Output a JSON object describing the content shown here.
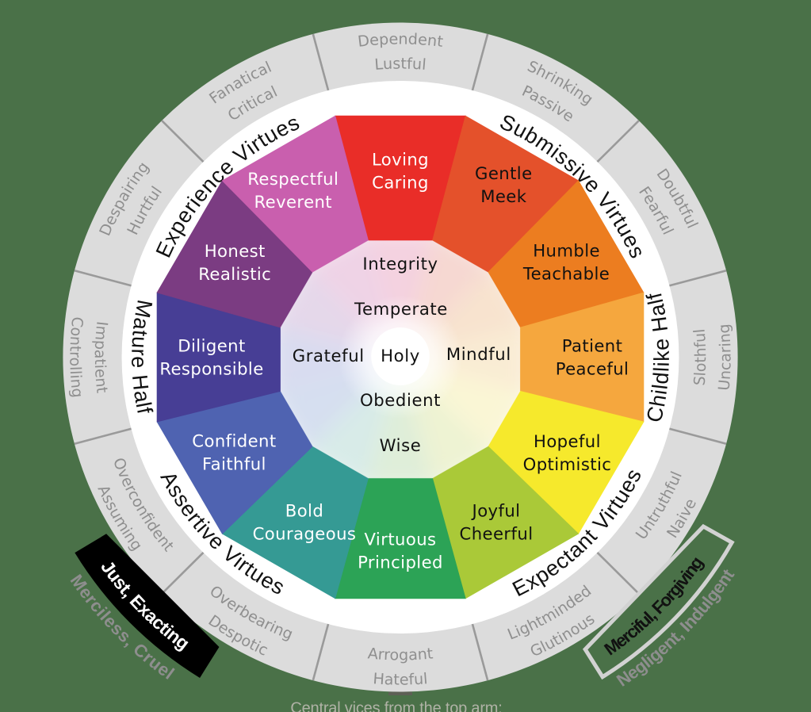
{
  "title": "Virtues Wheel",
  "colors": {
    "background": "#4a7148",
    "ring": "#dcdcdc",
    "ring_divider": "#9a9a9a",
    "vice_text": "#8f8f8f",
    "ring_label_text": "#111111",
    "inner_text": "#111111",
    "box_black": "#000000",
    "box_white_border": "#d2d2d2",
    "caption_text": "#b0b2a6"
  },
  "wheel": {
    "wedges": [
      {
        "line1": "Loving",
        "line2": "Caring",
        "color": "#e92d28",
        "text_color": "#ffffff",
        "pastel_tint": "#f4d2e0"
      },
      {
        "line1": "Gentle",
        "line2": "Meek",
        "color": "#e4512b",
        "text_color": "#111111",
        "pastel_tint": "#f6d8d2"
      },
      {
        "line1": "Humble",
        "line2": "Teachable",
        "color": "#ec7d20",
        "text_color": "#111111",
        "pastel_tint": "#f8e3cf"
      },
      {
        "line1": "Patient",
        "line2": "Peaceful",
        "color": "#f5a73e",
        "text_color": "#111111",
        "pastel_tint": "#f9ecd4"
      },
      {
        "line1": "Hopeful",
        "line2": "Optimistic",
        "color": "#f6e92c",
        "text_color": "#111111",
        "pastel_tint": "#faf6d5"
      },
      {
        "line1": "Joyful",
        "line2": "Cheerful",
        "color": "#aac938",
        "text_color": "#111111",
        "pastel_tint": "#eef3d3"
      },
      {
        "line1": "Virtuous",
        "line2": "Principled",
        "color": "#2ca356",
        "text_color": "#ffffff",
        "pastel_tint": "#dfeed9"
      },
      {
        "line1": "Bold",
        "line2": "Courageous",
        "color": "#359a94",
        "text_color": "#ffffff",
        "pastel_tint": "#d8ebe8"
      },
      {
        "line1": "Confident",
        "line2": "Faithful",
        "color": "#4f63b1",
        "text_color": "#ffffff",
        "pastel_tint": "#d6dff0"
      },
      {
        "line1": "Diligent",
        "line2": "Responsible",
        "color": "#473e95",
        "text_color": "#ffffff",
        "pastel_tint": "#d9dcf0"
      },
      {
        "line1": "Honest",
        "line2": "Realistic",
        "color": "#7b3c82",
        "text_color": "#ffffff",
        "pastel_tint": "#e5d8ea"
      },
      {
        "line1": "Respectful",
        "line2": "Reverent",
        "color": "#c95fae",
        "text_color": "#ffffff",
        "pastel_tint": "#efd3e6"
      }
    ],
    "center_words": {
      "top": "Integrity",
      "upper": "Temperate",
      "left": "Grateful",
      "center": "Holy",
      "right": "Mindful",
      "lower": "Obedient",
      "bottom": "Wise"
    }
  },
  "vice_ring": {
    "sectors": [
      {
        "word1": "Dependent",
        "word2": "Lustful"
      },
      {
        "word1": "Shrinking",
        "word2": "Passive"
      },
      {
        "word1": "Doubtful",
        "word2": "Fearful"
      },
      {
        "word1": "Slothful",
        "word2": "Uncaring"
      },
      {
        "word1": "Untruthful",
        "word2": "Naive"
      },
      {
        "word1": "Lightminded",
        "word2": "Glutinous"
      },
      {
        "word1": "Arrogant",
        "word2": "Hateful"
      },
      {
        "word1": "Overbearing",
        "word2": "Despotic"
      },
      {
        "word1": "Overconfident",
        "word2": "Assuming"
      },
      {
        "word1": "Impatient",
        "word2": "Controlling"
      },
      {
        "word1": "Despairing",
        "word2": "Hurtful"
      },
      {
        "word1": "Fanatical",
        "word2": "Critical"
      }
    ]
  },
  "ring_labels": {
    "experience": "Experience Virtues",
    "submissive": "Submissive Virtues",
    "mature": "Mature Half",
    "childlike": "Childlike Half",
    "assertive": "Assertive Virtues",
    "expectant": "Expectant Virtues"
  },
  "corner_labels": {
    "bottom_left": {
      "box_label": "Just, Exacting",
      "outside_label": "Merciless, Cruel"
    },
    "bottom_right": {
      "box_label": "Merciful, Forgiving",
      "outside_label": "Negligent, Indulgent"
    }
  },
  "caption": "Central vices from the top arm:"
}
